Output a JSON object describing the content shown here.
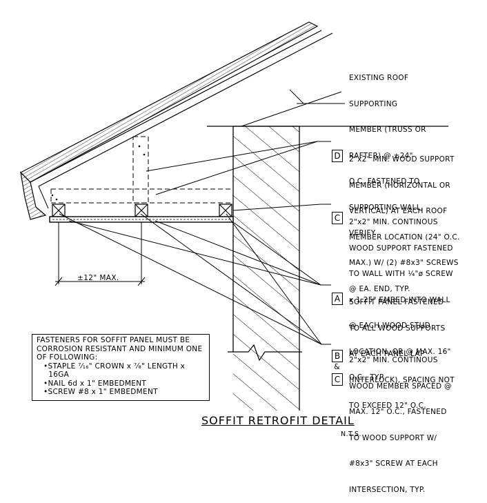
{
  "drawing": {
    "title": "SOFFIT RETROFIT DETAIL",
    "scale_note": "N.T.S.",
    "dimension_label": "±12\" MAX."
  },
  "notes": {
    "roof_member": [
      "EXISTING ROOF",
      "SUPPORTING",
      "MEMBER (TRUSS OR",
      "RAFTER) @ ±24\"",
      "O.C. FASTENED TO",
      "SUPPORTING WALL,",
      "VERIFY."
    ],
    "note_d": {
      "tag": "D",
      "lines": [
        "2\"x2\" MIN. WOOD SUPPORT",
        "MEMBER (HORIZONTAL OR",
        "VERTICAL) AT EACH ROOF",
        "MEMBER LOCATION (24\" O.C.",
        "MAX.) W/ (2) #8x3\" SCREWS",
        "@ EA. END, TYP."
      ]
    },
    "note_c": {
      "tag": "C",
      "lines": [
        "2\"x2\" MIN. CONTINOUS",
        "WOOD SUPPORT FASTENED",
        "TO WALL WITH ¼\"ø SCREW",
        "x 1.25\" EMBED INTO WALL",
        "@ EACH WOOD STUD",
        "LOCATION, OR @ MAX. 16\"",
        "O.C., TYP."
      ]
    },
    "note_a": {
      "tag": "A",
      "lines": [
        "SOFFIT PANEL FASTENED",
        "TO ALL WOOD SUPPORTS",
        "AT EACH PANEL LAP",
        "(INTERLOCK), SPACING NOT",
        "TO EXCEED 12\" O.C."
      ]
    },
    "note_bc": {
      "tag_top": "B",
      "amp": "&",
      "tag_bottom": "C",
      "lines": [
        "2\"x2\" MIN. CONTINOUS",
        "WOOD MEMBER SPACED @",
        "MAX. 12\" O.C., FASTENED",
        "TO WOOD SUPPORT W/",
        "#8x3\" SCREW AT EACH",
        "INTERSECTION, TYP."
      ]
    }
  },
  "fastener_box": {
    "lines": [
      "FASTENERS FOR SOFFIT PANEL MUST BE",
      "CORROSION RESISTANT AND MINIMUM ONE",
      "OF FOLLOWING:"
    ],
    "bullets": [
      "•STAPLE ⁷⁄₁₆\" CROWN x ⁷⁄₈\" LENGTH x",
      "  16GA",
      "•NAIL 6d x 1\" EMBEDMENT",
      "•SCREW #8 x 1\" EMBEDMENT"
    ]
  }
}
